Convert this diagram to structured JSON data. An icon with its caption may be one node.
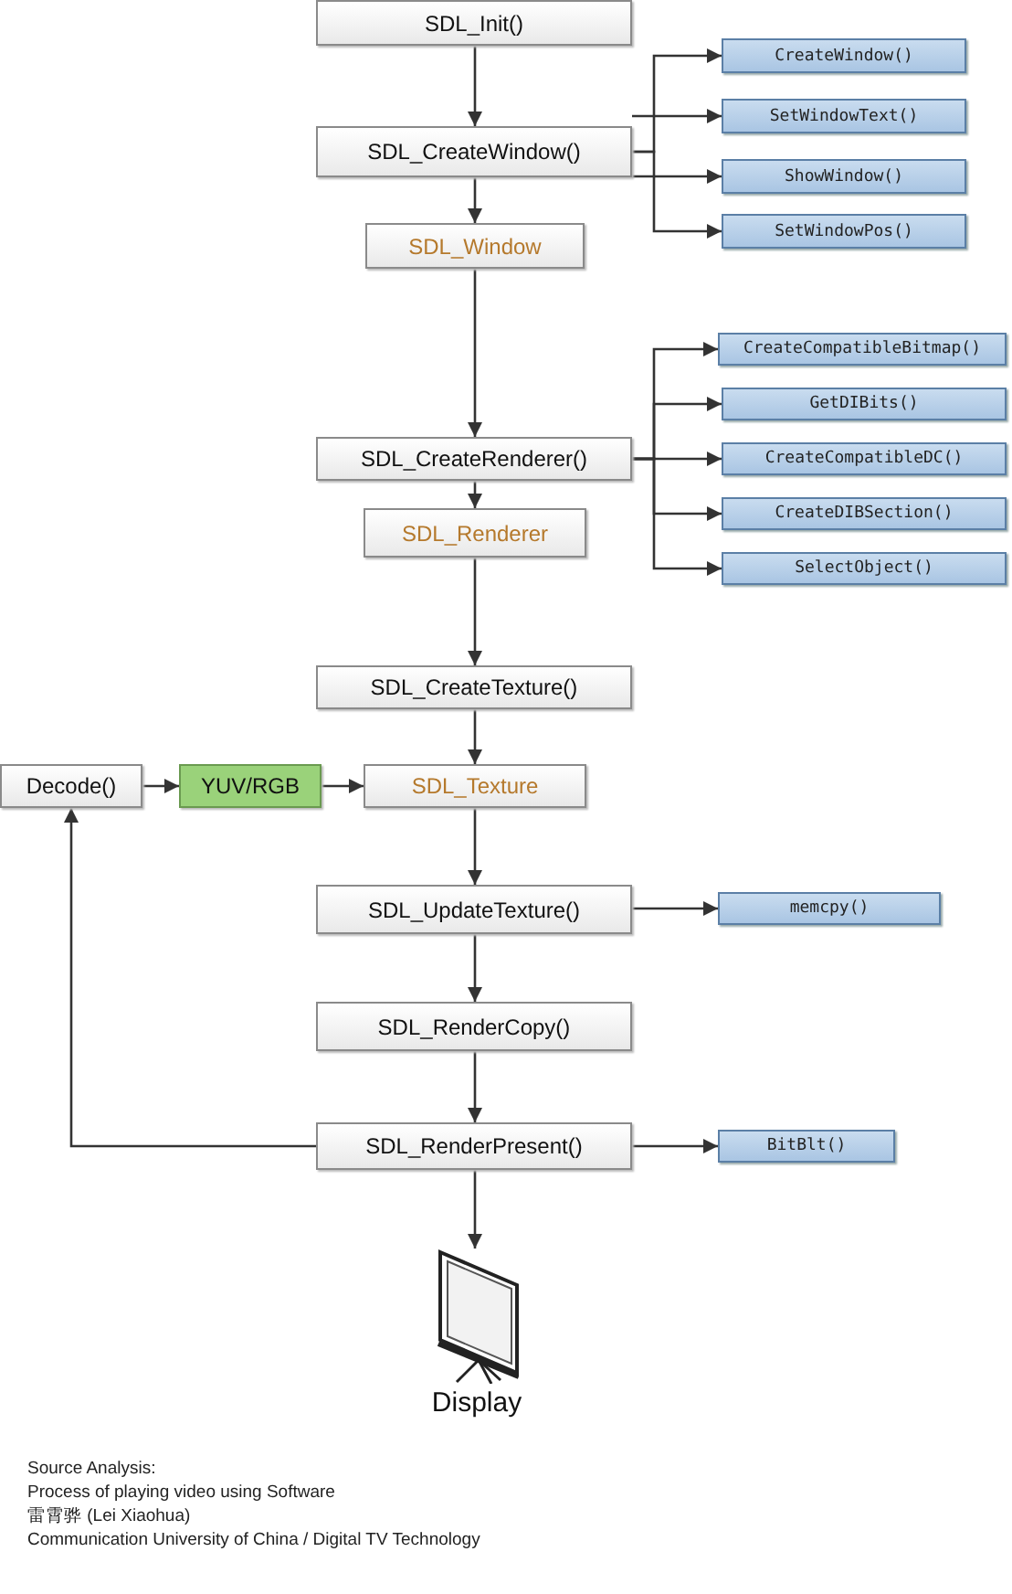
{
  "diagram": {
    "nodes": [
      {
        "text": [
          "SDL_Init()"
        ]
      },
      {
        "text": [
          "SDL_CreateWindow()"
        ]
      },
      {
        "text": [
          "CreateWindow()"
        ]
      },
      {
        "text": [
          "SetWindowText()"
        ]
      },
      {
        "text": [
          "ShowWindow()"
        ]
      },
      {
        "text": [
          "SetWindowPos()"
        ]
      },
      {
        "text": [
          "SDL_Window"
        ]
      },
      {
        "text": [
          "SDL_CreateRenderer()"
        ]
      },
      {
        "text": [
          "CreateCompatibleBitmap()"
        ]
      },
      {
        "text": [
          "GetDIBits()"
        ]
      },
      {
        "text": [
          "CreateCompatibleDC()"
        ]
      },
      {
        "text": [
          "CreateDIBSection()"
        ]
      },
      {
        "text": [
          "SelectObject()"
        ]
      },
      {
        "text": [
          "SDL_Renderer"
        ]
      },
      {
        "text": [
          "SDL_CreateTexture()"
        ]
      },
      {
        "text": [
          "Decode()"
        ]
      },
      {
        "text": [
          "YUV/RGB"
        ]
      },
      {
        "text": [
          "SDL_Texture"
        ]
      },
      {
        "text": [
          "SDL_UpdateTexture()"
        ]
      },
      {
        "text": [
          "memcpy()"
        ]
      },
      {
        "text": [
          "SDL_RenderCopy()"
        ]
      },
      {
        "text": [
          "SDL_RenderPresent()"
        ]
      },
      {
        "text": [
          "BitBlt()"
        ]
      },
      {
        "text": [
          "Display"
        ]
      }
    ],
    "edges": [
      {
        "from": 0,
        "to": 1,
        "arrow": "to"
      },
      {
        "from": 1,
        "to": 2,
        "arrow": "to"
      },
      {
        "from": 1,
        "to": 3,
        "arrow": "to"
      },
      {
        "from": 1,
        "to": 4,
        "arrow": "to"
      },
      {
        "from": 1,
        "to": 5,
        "arrow": "to"
      },
      {
        "from": 1,
        "to": 6,
        "arrow": "to"
      },
      {
        "from": 6,
        "to": 7,
        "arrow": "to"
      },
      {
        "from": 7,
        "to": 8,
        "arrow": "to"
      },
      {
        "from": 7,
        "to": 9,
        "arrow": "to"
      },
      {
        "from": 7,
        "to": 10,
        "arrow": "to"
      },
      {
        "from": 7,
        "to": 11,
        "arrow": "to"
      },
      {
        "from": 7,
        "to": 12,
        "arrow": "to"
      },
      {
        "from": 7,
        "to": 13,
        "arrow": "to"
      },
      {
        "from": 13,
        "to": 14,
        "arrow": "to"
      },
      {
        "from": 14,
        "to": 17,
        "arrow": "to"
      },
      {
        "from": 15,
        "to": 16,
        "arrow": "to"
      },
      {
        "from": 16,
        "to": 17,
        "arrow": "to"
      },
      {
        "from": 17,
        "to": 18,
        "arrow": "to"
      },
      {
        "from": 18,
        "to": 19,
        "arrow": "to"
      },
      {
        "from": 18,
        "to": 20,
        "arrow": "to"
      },
      {
        "from": 20,
        "to": 21,
        "arrow": "to"
      },
      {
        "from": 21,
        "to": 22,
        "arrow": "to"
      },
      {
        "from": 21,
        "to": 15,
        "arrow": "to"
      },
      {
        "from": 21,
        "to": 23,
        "arrow": "to"
      }
    ],
    "labels": [
      "Source Analysis:",
      "Process of playing video using Software",
      "雷霄骅 (Lei Xiaohua)",
      "Communication University of China / Digital TV Technology"
    ]
  }
}
